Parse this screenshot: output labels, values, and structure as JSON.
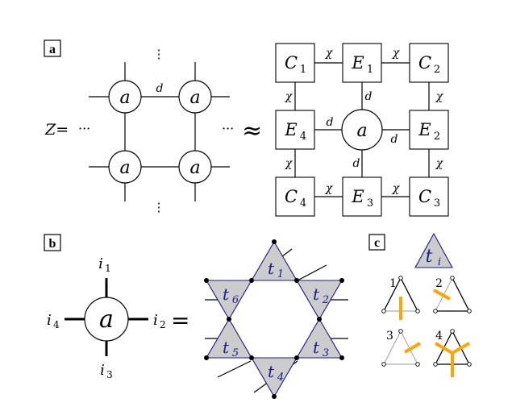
{
  "panels": {
    "a": {
      "label": "a",
      "z_eq": "Z=",
      "dots_h": "···",
      "dots_v": "⋮",
      "approx": "≈",
      "site": "a",
      "bond_d": "d",
      "bond_chi": "χ",
      "corners": {
        "c1": "C",
        "c1_sub": "1",
        "c2": "C",
        "c2_sub": "2",
        "c3": "C",
        "c3_sub": "3",
        "c4": "C",
        "c4_sub": "4"
      },
      "edges": {
        "e1": "E",
        "e1_sub": "1",
        "e2": "E",
        "e2_sub": "2",
        "e3": "E",
        "e3_sub": "3",
        "e4": "E",
        "e4_sub": "4"
      }
    },
    "b": {
      "label": "b",
      "site": "a",
      "i1": "i",
      "i1_sub": "1",
      "i2": "i",
      "i2_sub": "2",
      "i3": "i",
      "i3_sub": "3",
      "i4": "i",
      "i4_sub": "4",
      "eq": "=",
      "triangles": [
        {
          "t": "t",
          "sub": "1"
        },
        {
          "t": "t",
          "sub": "2"
        },
        {
          "t": "t",
          "sub": "3"
        },
        {
          "t": "t",
          "sub": "4"
        },
        {
          "t": "t",
          "sub": "5"
        },
        {
          "t": "t",
          "sub": "6"
        }
      ]
    },
    "c": {
      "label": "c",
      "ti": "t",
      "ti_sub": "i",
      "configs": [
        "1",
        "2",
        "3",
        "4"
      ]
    }
  },
  "colors": {
    "triangle_fill": "#cccccc",
    "triangle_stroke": "#1a1a8c",
    "string": "#FFA500"
  }
}
